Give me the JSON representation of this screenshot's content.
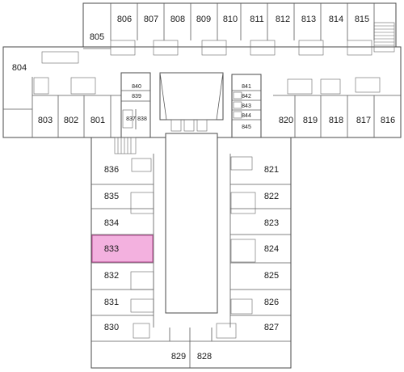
{
  "rooms": {
    "r804": "804",
    "r805": "805",
    "r806": "806",
    "r807": "807",
    "r808": "808",
    "r809": "809",
    "r810": "810",
    "r811": "811",
    "r812": "812",
    "r813": "813",
    "r814": "814",
    "r815": "815",
    "r816": "816",
    "r817": "817",
    "r818": "818",
    "r819": "819",
    "r820": "820",
    "r821": "821",
    "r822": "822",
    "r823": "823",
    "r824": "824",
    "r825": "825",
    "r826": "826",
    "r827": "827",
    "r828": "828",
    "r829": "829",
    "r830": "830",
    "r831": "831",
    "r832": "832",
    "r833": "833",
    "r834": "834",
    "r835": "835",
    "r836": "836",
    "r837": "837",
    "r838": "838",
    "r839": "839",
    "r840": "840",
    "r841": "841",
    "r842": "842",
    "r843": "843",
    "r844": "844",
    "r845": "845",
    "r801": "801",
    "r802": "802",
    "r803": "803"
  },
  "colors": {
    "highlight": "#f2a9dc",
    "highlight_stroke": "#b0468e",
    "wall": "#4a4a4a"
  },
  "highlighted_room": "833"
}
